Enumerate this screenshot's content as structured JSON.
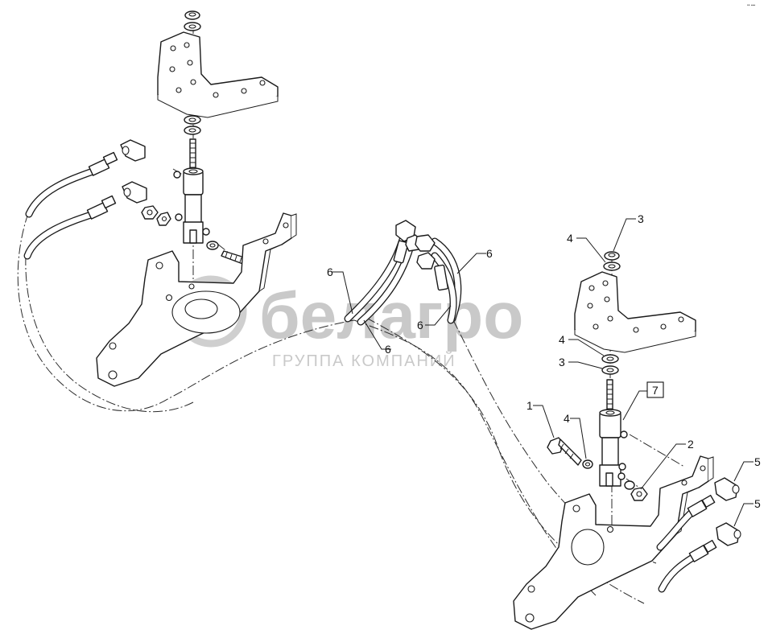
{
  "watermark": {
    "brand": "белагро",
    "subtitle": "ГРУППА КОМПАНИЙ"
  },
  "corner_mark": "•• ▪▪▪",
  "callouts": {
    "c1": "1",
    "c2": "2",
    "c3a": "3",
    "c3b": "3",
    "c4a": "4",
    "c4b": "4",
    "c4c": "4",
    "c5a": "5",
    "c5b": "5",
    "c6a": "6",
    "c6b": "6",
    "c6c": "6",
    "c6d": "6",
    "c7": "7"
  },
  "colors": {
    "line": "#1a1a1a",
    "watermark": "#c9c9c9",
    "background": "#ffffff"
  }
}
